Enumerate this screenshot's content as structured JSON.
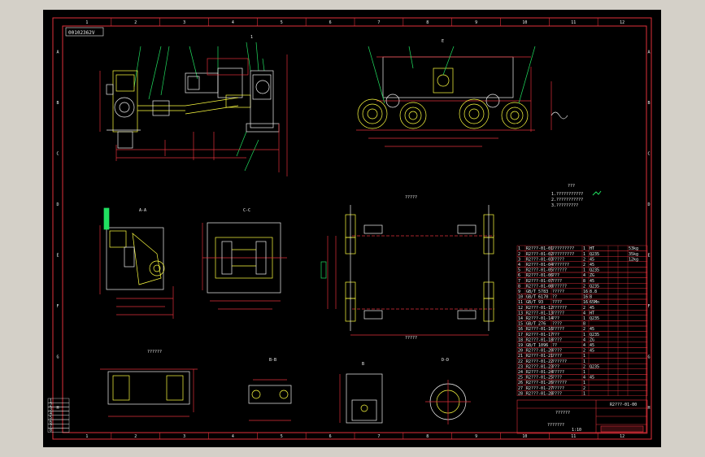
{
  "app": {
    "background_color": "#d4d0c8",
    "canvas_color": "#000000",
    "border_color": "#e0303a",
    "geometry_color": "#f0f0f0",
    "dim_color": "#e0303a",
    "accent_color": "#20e060",
    "highlight_color": "#ffff40"
  },
  "drawing": {
    "zone_numbers_top": [
      "1",
      "2",
      "3",
      "4",
      "5",
      "6",
      "7",
      "8",
      "9",
      "10",
      "11",
      "12"
    ],
    "zone_letters_side": [
      "A",
      "B",
      "C",
      "D",
      "E",
      "F",
      "G",
      "H"
    ],
    "stamp_top_left": "00102362V",
    "view_label_a": "A-A",
    "view_label_b": "B-B",
    "view_label_c": "C-C",
    "view_label_d": "D-D",
    "view_label_e": "E",
    "plan_dim": "?????",
    "plan_width_dim": "?????",
    "tech_req_title": "???",
    "tech_req_lines": [
      "1.???????????",
      "2.???????????",
      "3.?????????"
    ],
    "title_block_drawing_no": "R2???-01-00",
    "title_block_name": "??????",
    "title_block_scale": "1:10",
    "title_block_sheets": "???????"
  },
  "bom_rows": [
    [
      "1",
      "R2???-01-01",
      "?????????",
      "1",
      "HT",
      "",
      "",
      "53kg"
    ],
    [
      "2",
      "R2???-01-02",
      "?????????",
      "1",
      "Q235",
      "",
      "",
      "35kg"
    ],
    [
      "3",
      "R2???-01-03",
      "?????",
      "2",
      "45",
      "",
      "",
      "12kg"
    ],
    [
      "4",
      "R2???-01-04",
      "???????",
      "2",
      "45",
      "",
      "",
      ""
    ],
    [
      "5",
      "R2???-01-05",
      "??????",
      "1",
      "Q235",
      "",
      "",
      ""
    ],
    [
      "6",
      "R2???-01-06",
      "???",
      "4",
      "ZG",
      "",
      "",
      ""
    ],
    [
      "7",
      "R2???-01-07",
      "????",
      "8",
      "45",
      "",
      "",
      ""
    ],
    [
      "8",
      "R2???-01-08",
      "??????",
      "2",
      "Q235",
      "",
      "",
      ""
    ],
    [
      "9",
      "GB/T 5783",
      "?????",
      "16",
      "8.8",
      "",
      "",
      ""
    ],
    [
      "10",
      "GB/T 6170",
      "??",
      "16",
      "8",
      "",
      "",
      ""
    ],
    [
      "11",
      "GB/T 93",
      "????",
      "16",
      "65Mn",
      "",
      "",
      ""
    ],
    [
      "12",
      "R2???-01-12",
      "??????",
      "2",
      "45",
      "",
      "",
      ""
    ],
    [
      "13",
      "R2???-01-13",
      "?????",
      "4",
      "HT",
      "",
      "",
      ""
    ],
    [
      "14",
      "R2???-01-14",
      "???",
      "1",
      "Q235",
      "",
      "",
      ""
    ],
    [
      "15",
      "GB/T 276",
      "????",
      "8",
      "",
      "",
      "",
      ""
    ],
    [
      "16",
      "R2???-01-16",
      "?????",
      "2",
      "45",
      "",
      "",
      ""
    ],
    [
      "17",
      "R2???-01-17",
      "???",
      "1",
      "Q235",
      "",
      "",
      ""
    ],
    [
      "18",
      "R2???-01-18",
      "????",
      "4",
      "ZG",
      "",
      "",
      ""
    ],
    [
      "19",
      "GB/T 1096",
      "??",
      "4",
      "45",
      "",
      "",
      ""
    ],
    [
      "20",
      "R2???-01-20",
      "????",
      "2",
      "45",
      "",
      "",
      ""
    ],
    [
      "21",
      "R2???-01-21",
      "????",
      "1",
      "",
      "",
      "",
      ""
    ],
    [
      "22",
      "R2???-01-22",
      "??????",
      "1",
      "",
      "",
      "",
      ""
    ],
    [
      "23",
      "R2???-01-23",
      "???",
      "2",
      "Q235",
      "",
      "",
      ""
    ],
    [
      "24",
      "R2???-01-24",
      "?????",
      "1",
      "",
      "",
      "",
      ""
    ],
    [
      "25",
      "R2???-01-25",
      "????",
      "4",
      "45",
      "",
      "",
      ""
    ],
    [
      "26",
      "R2???-01-26",
      "??????",
      "1",
      "",
      "",
      "",
      ""
    ],
    [
      "27",
      "R2???-01-27",
      "?????",
      "2",
      "",
      "",
      "",
      ""
    ],
    [
      "28",
      "R2???-01-28",
      "????",
      "1",
      "",
      "",
      "",
      ""
    ]
  ],
  "revision_rows": [
    "1",
    "2",
    "3",
    "4",
    "5",
    "6",
    "7",
    "8"
  ]
}
